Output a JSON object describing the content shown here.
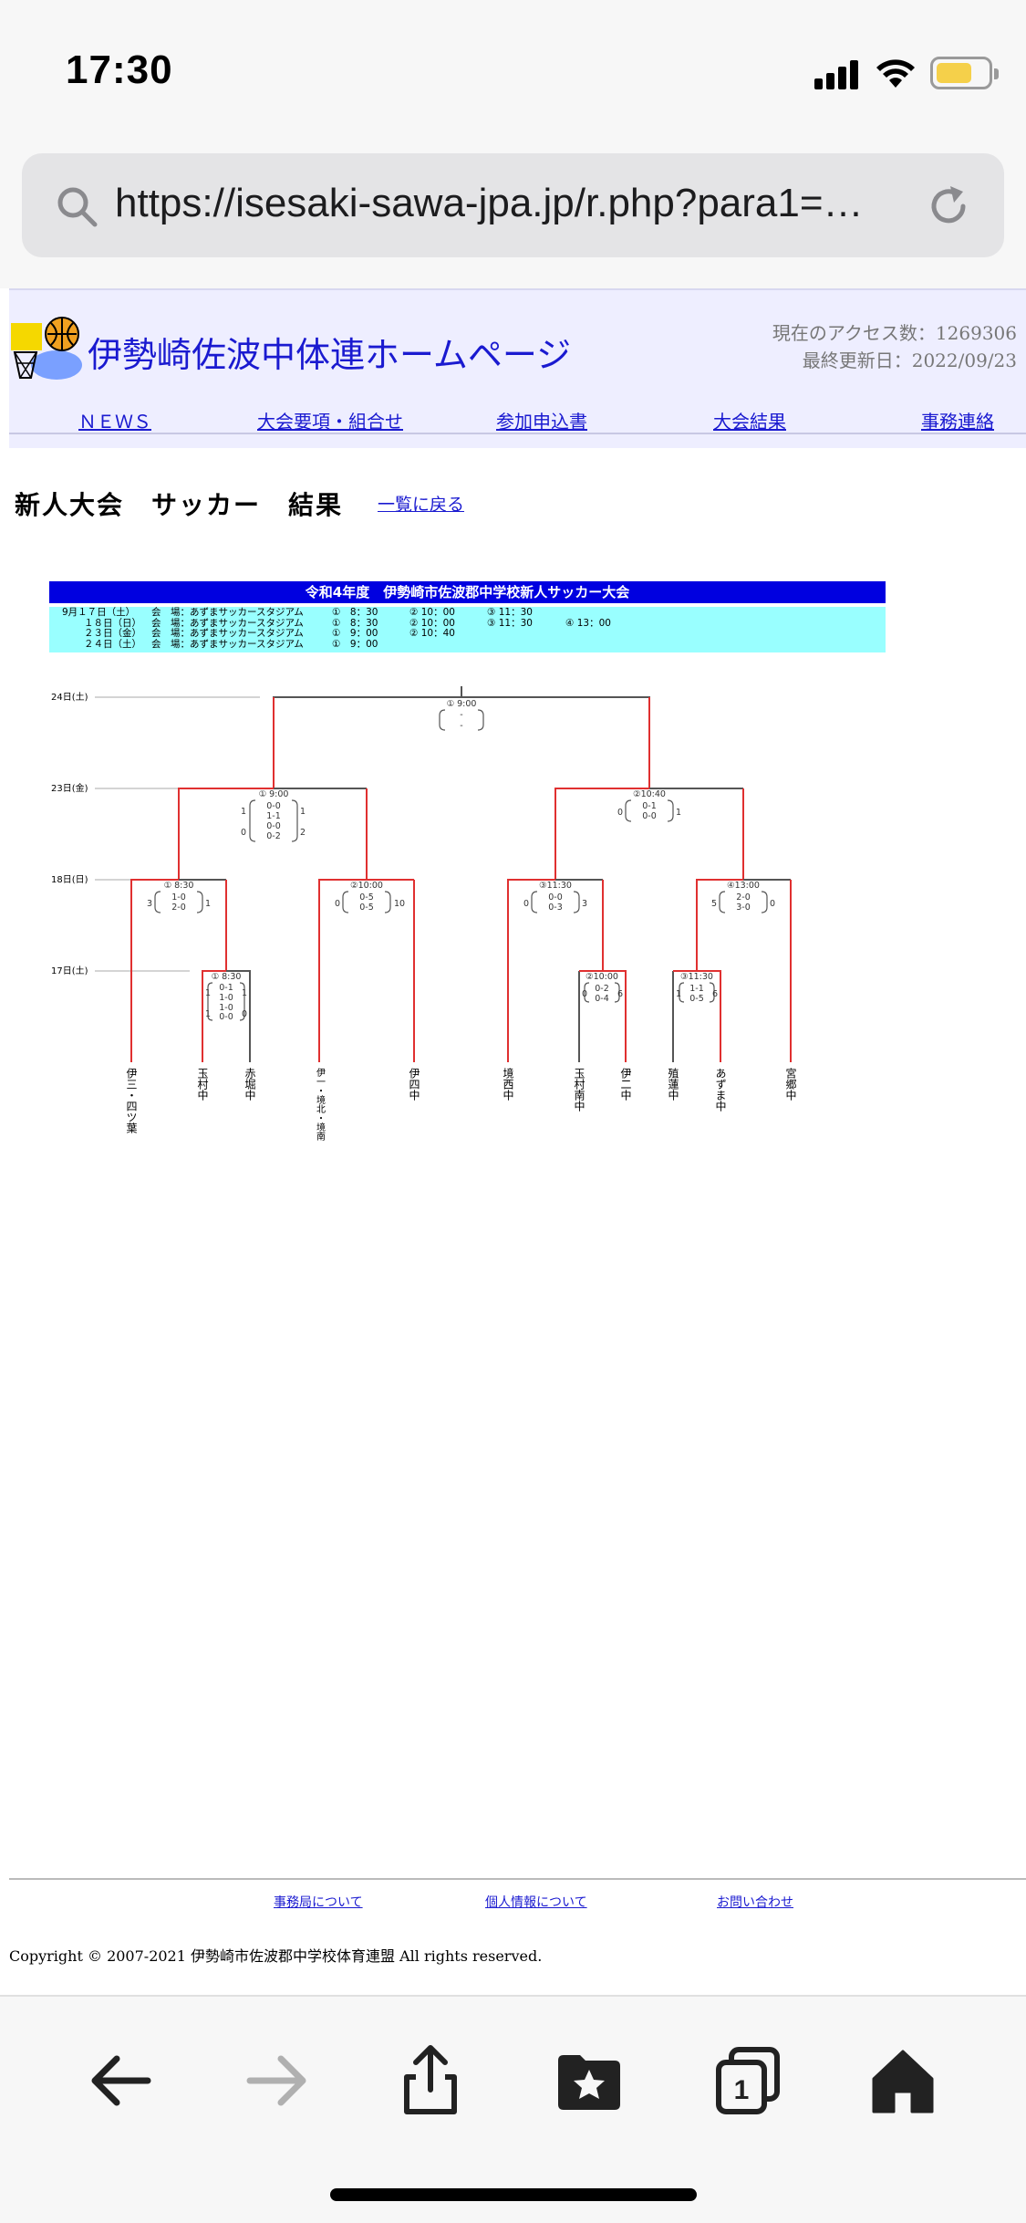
{
  "status_bar": {
    "time": "17:30"
  },
  "browser": {
    "url": "https://isesaki-sawa-jpa.jp/r.php?para1=…"
  },
  "site": {
    "title": "伊勢崎佐波中体連ホームページ",
    "access_count": "現在のアクセス数：1269306",
    "last_updated": "最終更新日：2022/09/23",
    "nav": [
      "ＮＥＷＳ",
      "大会要項・組合せ",
      "参加申込書",
      "大会結果",
      "事務連絡"
    ]
  },
  "page": {
    "heading": "新人大会　サッカー　結果",
    "back_link": "一覧に戻る"
  },
  "tournament": {
    "title": "令和4年度　伊勢崎市佐波郡中学校新人サッカー大会",
    "schedule": [
      {
        "date": "9月１７日（土）",
        "venue": "会　場：あずまサッカースタジアム",
        "slots": [
          "①　8：30",
          "②  10：00",
          "③  11：30",
          ""
        ]
      },
      {
        "date": "１８日（日）",
        "venue": "会　場：あずまサッカースタジアム",
        "slots": [
          "①　8：30",
          "②  10：00",
          "③  11：30",
          "④  13：00"
        ]
      },
      {
        "date": "２３日（金）",
        "venue": "会　場：あずまサッカースタジアム",
        "slots": [
          "①　9：00",
          "②  10：40",
          "",
          ""
        ]
      },
      {
        "date": "２４日（土）",
        "venue": "会　場：あずまサッカースタジアム",
        "slots": [
          "①　9：00",
          "",
          "",
          ""
        ]
      }
    ],
    "round_dates": [
      "24日(土)",
      "23日(金)",
      "18日(日)",
      "17日(土)"
    ],
    "teams": [
      "伊三・四ツ葉",
      "玉村中",
      "赤堀中",
      "伊一・境北・境南",
      "伊四中",
      "境西中",
      "玉村南中",
      "伊二中",
      "殖蓮中",
      "あずま中",
      "宮郷中"
    ],
    "matches": {
      "final": {
        "time": "① 9:00",
        "scores": [
          "-",
          "-"
        ]
      },
      "semi1": {
        "time": "① 9:00",
        "scores": [
          "0-0",
          "1-1",
          "0-0",
          "0-2"
        ],
        "left": "1",
        "left2": "0",
        "right": "1",
        "right2": "2"
      },
      "semi2": {
        "time": "②10:40",
        "scores": [
          "0-1",
          "0-0"
        ],
        "left": "0",
        "right": "1"
      },
      "qf1": {
        "time": "① 8:30",
        "scores": [
          "1-0",
          "2-0"
        ],
        "left": "3",
        "right": "1"
      },
      "qf2": {
        "time": "②10:00",
        "scores": [
          "0-5",
          "0-5"
        ],
        "left": "0",
        "right": "10"
      },
      "qf3": {
        "time": "③11:30",
        "scores": [
          "0-0",
          "0-3"
        ],
        "left": "0",
        "right": "3"
      },
      "qf4": {
        "time": "④13:00",
        "scores": [
          "2-0",
          "3-0"
        ],
        "left": "5",
        "right": "0"
      },
      "r1a": {
        "time": "① 8:30",
        "scores": [
          "0-1",
          "1-0",
          "1-0",
          "0-0"
        ],
        "left": "1",
        "left2": "1",
        "right": "1",
        "right2": "0"
      },
      "r1b": {
        "time": "②10:00",
        "scores": [
          "0-2",
          "0-4"
        ],
        "left": "0",
        "right": "6"
      },
      "r1c": {
        "time": "③11:30",
        "scores": [
          "1-1",
          "0-5"
        ],
        "left": "1",
        "right": "6"
      }
    }
  },
  "footer": {
    "links": [
      "事務局について",
      "個人情報について",
      "お問い合わせ"
    ],
    "copyright": "Copyright © 2007-2021 伊勢崎市佐波郡中学校体育連盟 All rights reserved."
  },
  "toolbar": {
    "tabs_count": "1"
  },
  "colors": {
    "win_line": "#e03030",
    "lose_line": "#555555",
    "title_bar": "#0000e0",
    "schedule_bg": "#99ffff",
    "link": "#1a1ad0"
  }
}
